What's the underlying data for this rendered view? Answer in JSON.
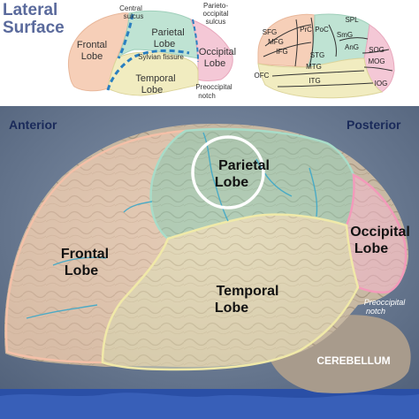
{
  "header": {
    "title_line1": "Lateral",
    "title_line2": "Surface"
  },
  "left_diagram": {
    "frontal": "Frontal",
    "frontal_2": "Lobe",
    "parietal": "Parietal",
    "parietal_2": "Lobe",
    "occipital": "Occipital",
    "occipital_2": "Lobe",
    "temporal": "Temporal",
    "temporal_2": "Lobe",
    "central_sulcus": "Central",
    "central_sulcus_2": "sulcus",
    "parieto_occipital": "Parieto-",
    "parieto_occipital_2": "occipital",
    "parieto_occipital_3": "sulcus",
    "sylvian": "Sylvian fissure",
    "preoccipital": "Preoccipital",
    "preoccipital_2": "notch"
  },
  "right_diagram": {
    "sfg": "SFG",
    "mfg": "MFG",
    "ifg": "IFG",
    "prc": "PrC",
    "poc": "PoC",
    "spl": "SPL",
    "smg": "SmG",
    "ang": "AnG",
    "sog": "SOG",
    "mog": "MOG",
    "iog": "IOG",
    "ofc": "OFC",
    "stg": "STG",
    "mtg": "MTG",
    "itg": "ITG"
  },
  "photo": {
    "anterior": "Anterior",
    "posterior": "Posterior",
    "frontal": "Frontal",
    "frontal_2": "Lobe",
    "parietal": "Parietal",
    "parietal_2": "Lobe",
    "occipital": "Occipital",
    "occipital_2": "Lobe",
    "temporal": "Temporal",
    "temporal_2": "Lobe",
    "preoccipital": "Preoccipital",
    "preoccipital_2": "notch",
    "cerebellum": "CEREBELLUM"
  },
  "colors": {
    "title": "#5a6a9c",
    "frontal": "#f6cfb8",
    "parietal": "#bfe3d3",
    "occipital": "#f4c8d6",
    "temporal": "#f1ecc0",
    "photo_bg": "#6e7f96",
    "dashed_sulcus": "#2a7fc0"
  }
}
